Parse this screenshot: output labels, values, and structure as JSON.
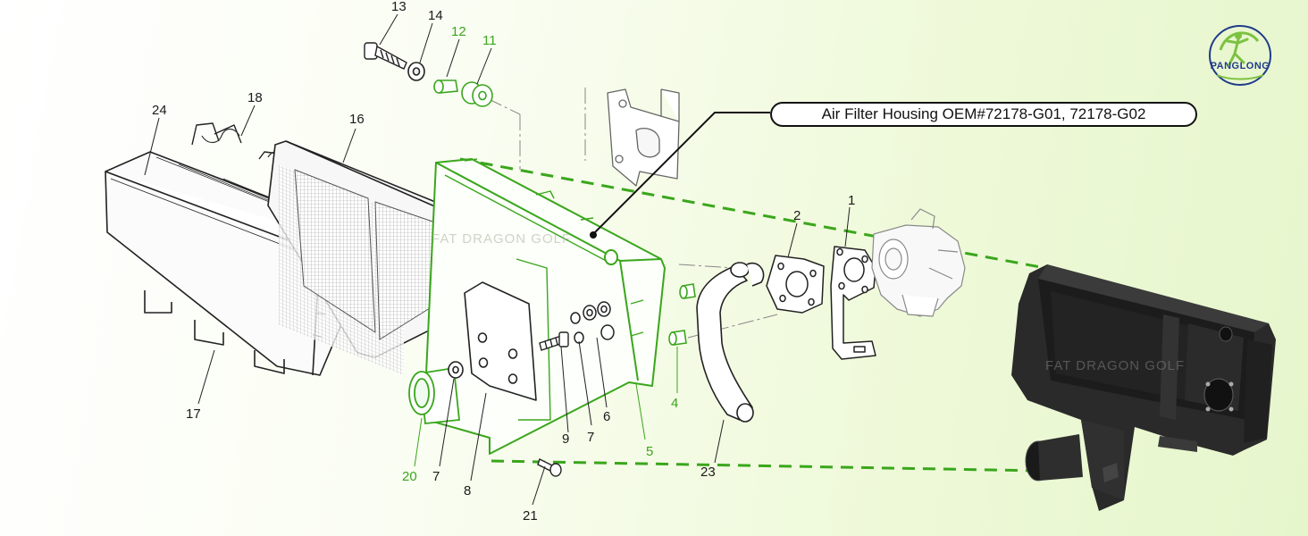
{
  "callout": {
    "text": "Air Filter Housing OEM#72178-G01, 72178-G02"
  },
  "logo": {
    "text": "PANGLONG",
    "icon": "golfer-logo-icon"
  },
  "watermarks": [
    "FAT DRAGON GOLF",
    "FAT DRAGON GOLF"
  ],
  "colors": {
    "highlight": "#3aa61c",
    "line": "#1a1a1a",
    "housing": "#2b2b2b"
  },
  "labels": {
    "p1": "1",
    "p2": "2",
    "p4": "4",
    "p5": "5",
    "p6": "6",
    "p7a": "7",
    "p7b": "7",
    "p8": "8",
    "p9": "9",
    "p11": "11",
    "p12": "12",
    "p13": "13",
    "p14": "14",
    "p16": "16",
    "p17": "17",
    "p18": "18",
    "p20": "20",
    "p21": "21",
    "p23": "23",
    "p24": "24"
  }
}
